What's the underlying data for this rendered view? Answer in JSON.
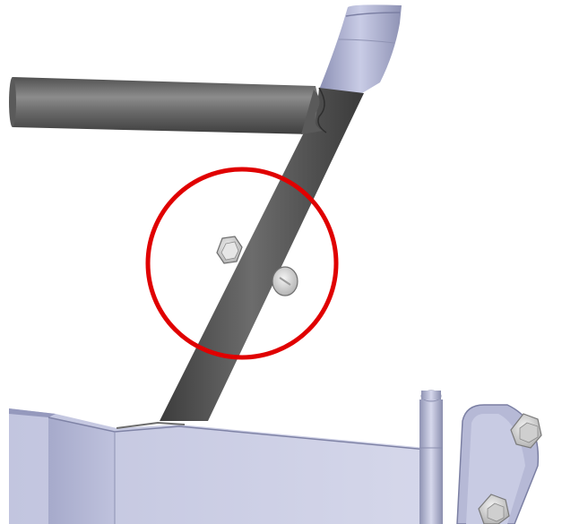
{
  "scene": {
    "description_visible_text": "",
    "colors": {
      "background": "#ffffff",
      "tube_dark": "#4a4a4a",
      "tube_mid": "#6e6e6e",
      "tube_light": "#9a9a9a",
      "plate_blue": "#c5c8e0",
      "plate_blue_dark": "#9ea2c4",
      "highlight_circle": "#e00000",
      "fastener": "#d8d8d8"
    },
    "icons": [
      "highlight-circle",
      "hex-nut",
      "button-head-bolt",
      "hex-bolt-upper",
      "hex-bolt-lower",
      "hinge-pin"
    ]
  }
}
